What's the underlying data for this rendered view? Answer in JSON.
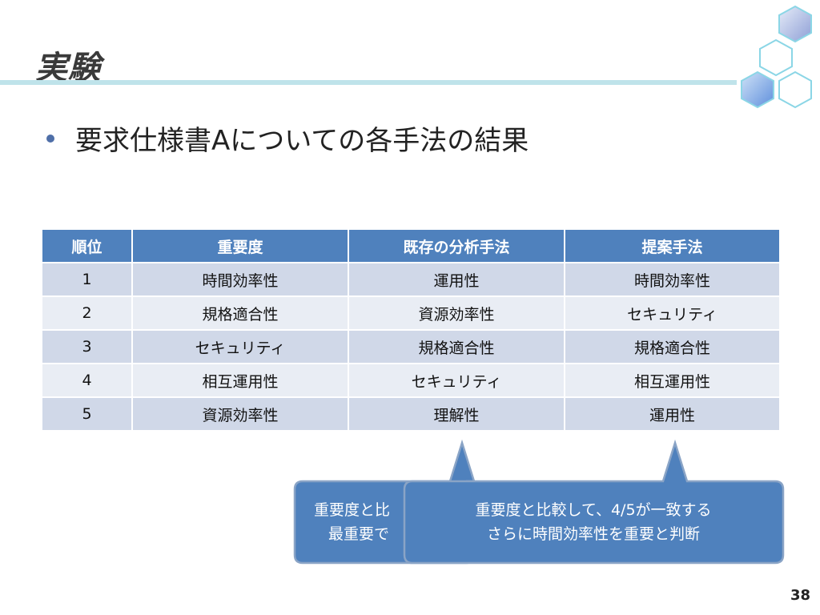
{
  "slide": {
    "title": "実験",
    "bullet": "要求仕様書Aについての各手法の結果",
    "page_number": "38"
  },
  "table": {
    "headers": [
      "順位",
      "重要度",
      "既存の分析手法",
      "提案手法"
    ],
    "rows": [
      [
        "1",
        "時間効率性",
        "運用性",
        "時間効率性"
      ],
      [
        "2",
        "規格適合性",
        "資源効率性",
        "セキュリティ"
      ],
      [
        "3",
        "セキュリティ",
        "規格適合性",
        "規格適合性"
      ],
      [
        "4",
        "相互運用性",
        "セキュリティ",
        "相互運用性"
      ],
      [
        "5",
        "資源効率性",
        "理解性",
        "運用性"
      ]
    ]
  },
  "callouts": {
    "back": {
      "line1": "重要度と比",
      "line2": "最重要で"
    },
    "front": {
      "line1": "重要度と比較して、4/5が一致する",
      "line2": "さらに時間効率性を重要と判断"
    }
  },
  "colors": {
    "header_bg": "#4f81bd",
    "row_odd": "#d0d8e8",
    "row_even": "#e9edf4",
    "callout_fill": "#4f81bd",
    "callout_border": "#8aa4c6",
    "title_rule": "#bfe3ea"
  }
}
